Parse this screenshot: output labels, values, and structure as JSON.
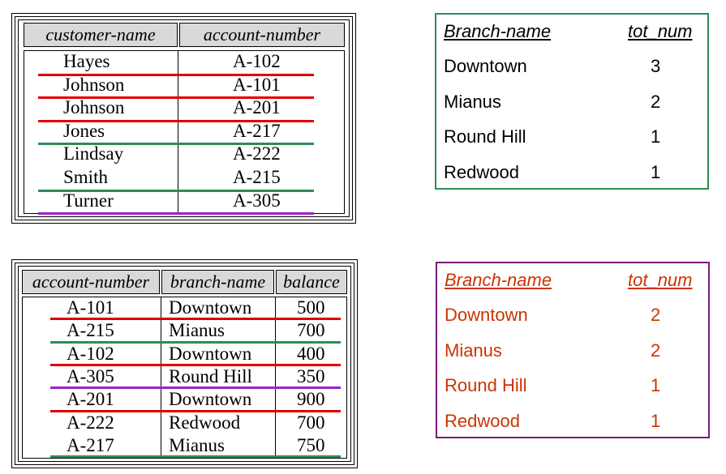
{
  "colors": {
    "red": "#e00000",
    "green": "#2e8b57",
    "purple": "#a020d0",
    "box1_border": "#2e8b57",
    "box2_border": "#7a1a7a",
    "box2_text": "#cc3300",
    "header_bg": "#d9d9d9"
  },
  "depositor": {
    "headers": [
      "customer-name",
      "account-number"
    ],
    "rows": [
      {
        "name": "Hayes",
        "account": "A-102"
      },
      {
        "name": "Johnson",
        "account": "A-101"
      },
      {
        "name": "Johnson",
        "account": "A-201"
      },
      {
        "name": "Jones",
        "account": "A-217"
      },
      {
        "name": "Lindsay",
        "account": "A-222"
      },
      {
        "name": "Smith",
        "account": "A-215"
      },
      {
        "name": "Turner",
        "account": "A-305"
      }
    ],
    "separator_colors": [
      "red",
      "red",
      "red",
      "green",
      "none",
      "green",
      "purple"
    ]
  },
  "account": {
    "headers": [
      "account-number",
      "branch-name",
      "balance"
    ],
    "rows": [
      {
        "account": "A-101",
        "branch": "Downtown",
        "balance": "500"
      },
      {
        "account": "A-215",
        "branch": "Mianus",
        "balance": "700"
      },
      {
        "account": "A-102",
        "branch": "Downtown",
        "balance": "400"
      },
      {
        "account": "A-305",
        "branch": "Round Hill",
        "balance": "350"
      },
      {
        "account": "A-201",
        "branch": "Downtown",
        "balance": "900"
      },
      {
        "account": "A-222",
        "branch": "Redwood",
        "balance": "700"
      },
      {
        "account": "A-217",
        "branch": "Mianus",
        "balance": "750"
      }
    ],
    "separator_colors": [
      "red",
      "green",
      "red",
      "purple",
      "red",
      "none",
      "green"
    ]
  },
  "result_top": {
    "headers": [
      "Branch-name",
      "tot_num"
    ],
    "rows": [
      {
        "branch": "Downtown",
        "count": "3"
      },
      {
        "branch": "Mianus",
        "count": "2"
      },
      {
        "branch": "Round Hill",
        "count": "1"
      },
      {
        "branch": "Redwood",
        "count": "1"
      }
    ]
  },
  "result_bottom": {
    "headers": [
      "Branch-name",
      "tot_num"
    ],
    "rows": [
      {
        "branch": "Downtown",
        "count": "2"
      },
      {
        "branch": "Mianus",
        "count": "2"
      },
      {
        "branch": "Round Hill",
        "count": "1"
      },
      {
        "branch": "Redwood",
        "count": "1"
      }
    ]
  }
}
